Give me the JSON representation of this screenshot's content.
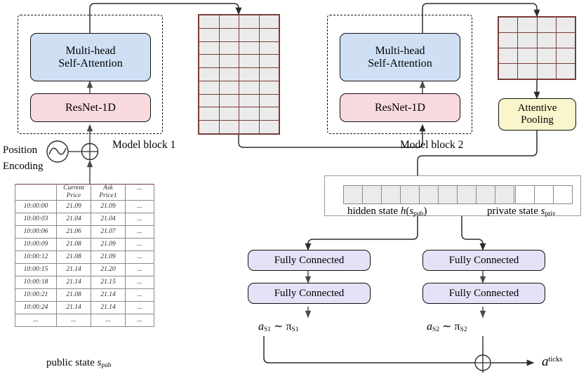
{
  "figure": {
    "title": "Neural network architecture diagram for trading policy"
  },
  "position_encoding": {
    "label_line1": "Position",
    "label_line2": "Encoding",
    "wave_icon": "sine-wave-icon",
    "sum_icon": "circled-plus-icon"
  },
  "model_blocks": [
    {
      "label": "Model block 1",
      "attention_line1": "Multi-head",
      "attention_line2": "Self-Attention",
      "resnet_label": "ResNet-1D"
    },
    {
      "label": "Model block 2",
      "attention_line1": "Multi-head",
      "attention_line2": "Self-Attention",
      "resnet_label": "ResNet-1D"
    }
  ],
  "matrices": [
    {
      "name": "feature-matrix-1",
      "rows": 9,
      "cols": 4
    },
    {
      "name": "feature-matrix-2",
      "rows": 4,
      "cols": 4
    }
  ],
  "attentive_pooling": {
    "line1": "Attentive",
    "line2": "Pooling"
  },
  "public_state_table": {
    "header_top": [
      "",
      "Current",
      "Ask",
      "..."
    ],
    "header_bottom": [
      "",
      "Price",
      "Price1",
      ""
    ],
    "rows": [
      [
        "10:00:00",
        "21.09",
        "21.09",
        "..."
      ],
      [
        "10:00:03",
        "21.04",
        "21.04",
        "..."
      ],
      [
        "10:00:06",
        "21.06",
        "21.07",
        "..."
      ],
      [
        "10:00:09",
        "21.08",
        "21.09",
        "..."
      ],
      [
        "10:00:12",
        "21.08",
        "21.09",
        "..."
      ],
      [
        "10:00:15",
        "21.14",
        "21.20",
        "..."
      ],
      [
        "10:00:18",
        "21.14",
        "21.15",
        "..."
      ],
      [
        "10:00:21",
        "21.08",
        "21.14",
        "..."
      ],
      [
        "10:00:24",
        "21.14",
        "21.14",
        "..."
      ],
      [
        "...",
        "...",
        "...",
        "..."
      ]
    ],
    "caption_main": "public state ",
    "caption_var": "s",
    "caption_sub": "pub"
  },
  "state_bar": {
    "hidden_cells": 9,
    "private_cells": 3,
    "hidden_caption_main": "hidden state ",
    "hidden_caption_h": "h",
    "hidden_caption_paren_open": "(",
    "hidden_caption_var": "s",
    "hidden_caption_sub": "pub",
    "hidden_caption_paren_close": ")",
    "private_caption_main": "private state ",
    "private_caption_var": "s",
    "private_caption_sub": "priv"
  },
  "heads": [
    {
      "fc1": "Fully Connected",
      "fc2": "Fully Connected",
      "action_a": "a",
      "action_sub": "S1",
      "action_tilde": " ∼ ",
      "action_pi": "π",
      "action_pi_sub": "S1"
    },
    {
      "fc1": "Fully Connected",
      "fc2": "Fully Connected",
      "action_a": "a",
      "action_sub": "S2",
      "action_tilde": " ∼ ",
      "action_pi": "π",
      "action_pi_sub": "S2"
    }
  ],
  "output": {
    "combine_icon": "circled-plus-icon",
    "symbol": "a",
    "superscript": "ticks"
  },
  "colors": {
    "attention_fill": "#cfe0f5",
    "resnet_fill": "#f8dade",
    "pooling_fill": "#f9f6cd",
    "fc_fill": "#e5e1f7",
    "matrix_cell": "#ebebeb",
    "matrix_border": "#7a3c36",
    "line": "#1a1a1a"
  }
}
